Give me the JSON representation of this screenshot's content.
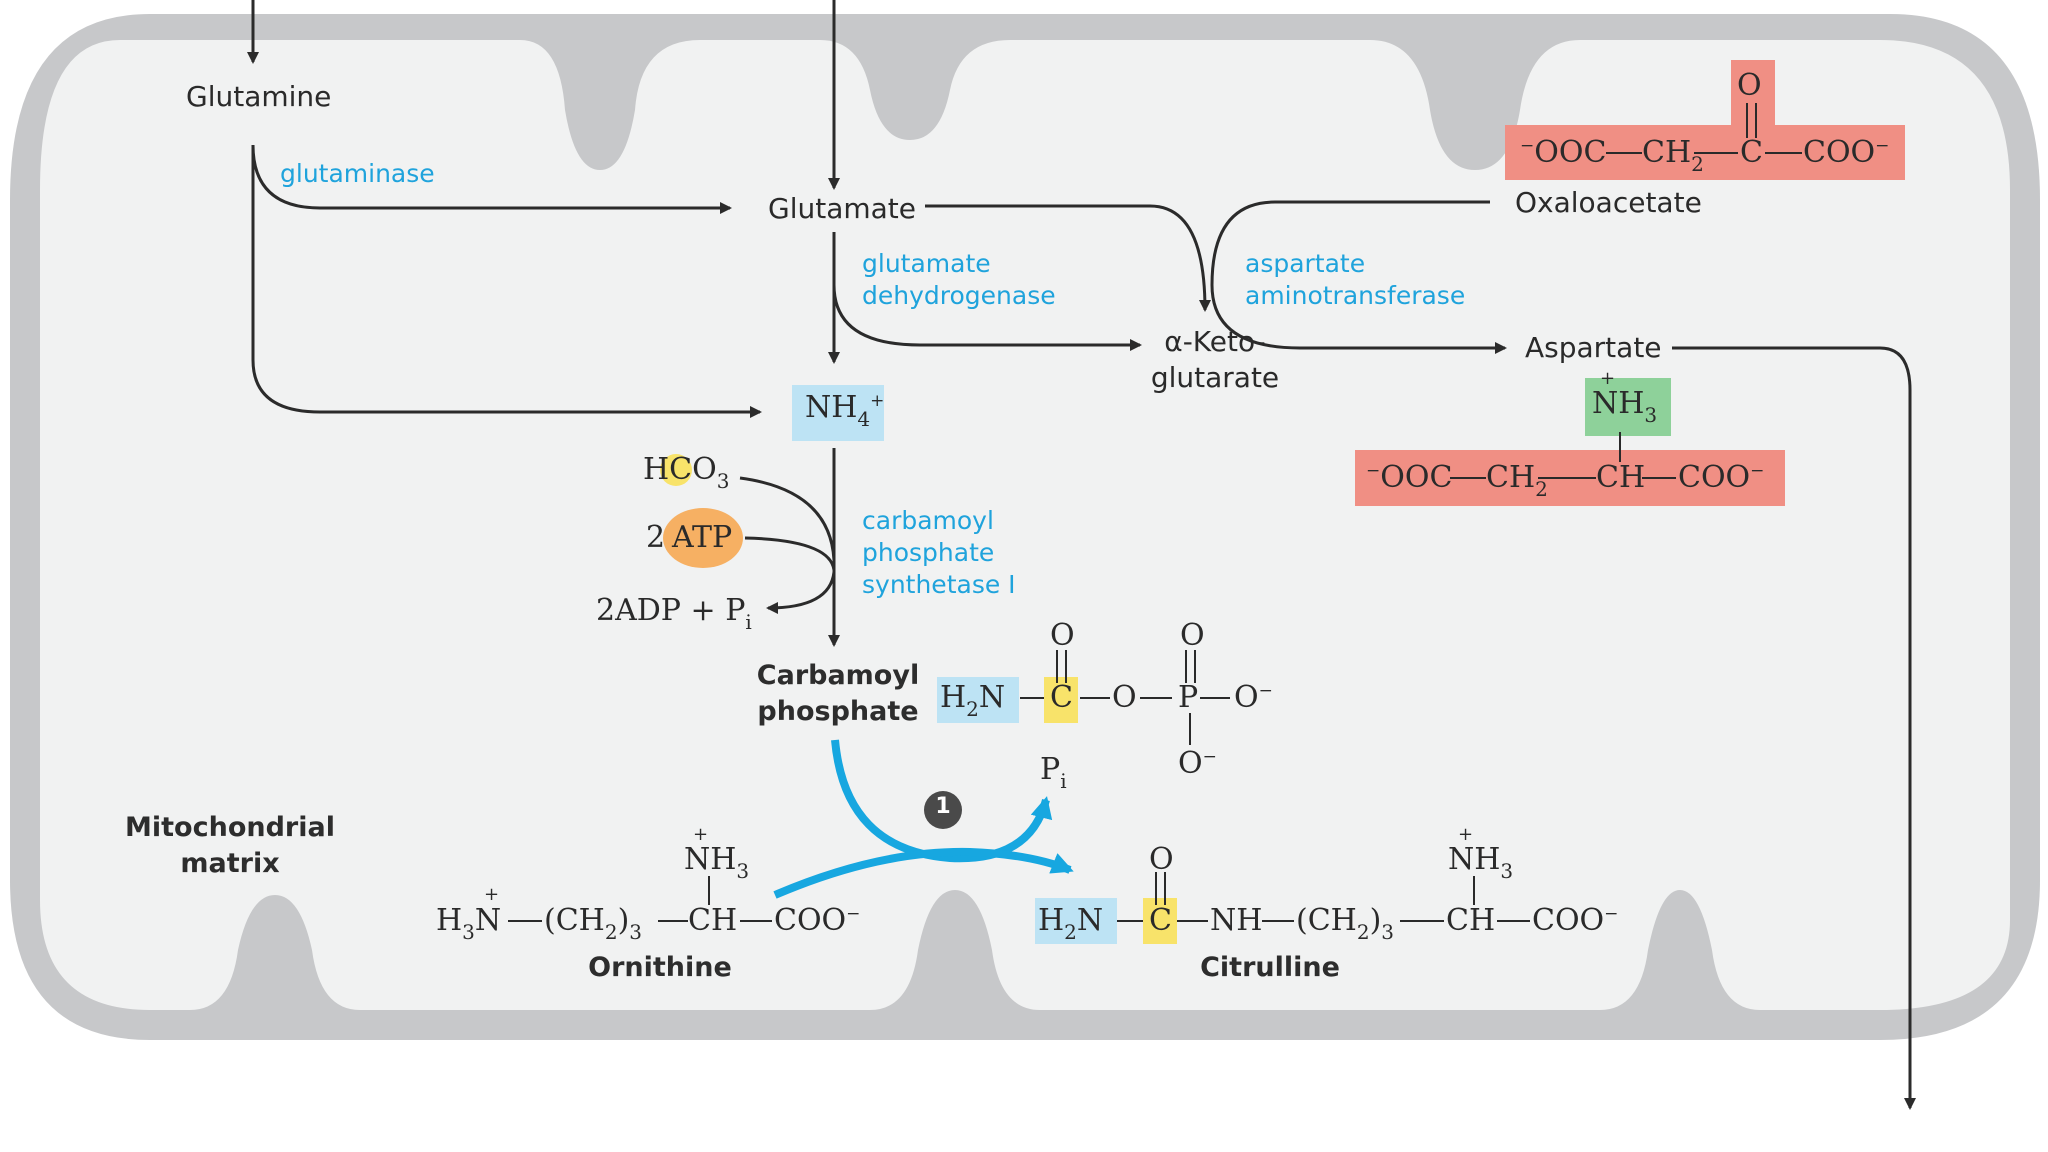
{
  "metabolites": {
    "glutamine": "Glutamine",
    "glutamate": "Glutamate",
    "oxaloacetate": "Oxaloacetate",
    "aspartate": "Aspartate",
    "aketo_line1": "α-Keto-",
    "aketo_line2": "glutarate",
    "ornithine": "Ornithine",
    "citrulline": "Citrulline",
    "carbamoyl_line1": "Carbamoyl",
    "carbamoyl_line2": "phosphate",
    "matrix_line1": "Mitochondrial",
    "matrix_line2": "matrix"
  },
  "enzymes": {
    "glutaminase": "glutaminase",
    "gdh_line1": "glutamate",
    "gdh_line2": "dehydrogenase",
    "ast_line1": "aspartate",
    "ast_line2": "aminotransferase",
    "cps_line1": "carbamoyl",
    "cps_line2": "phosphate",
    "cps_line3": "synthetase I"
  },
  "chemicals": {
    "nh4": "NH",
    "nh4_sub": "4",
    "nh4_sup": "+",
    "hco3_h": "H",
    "hco3_c": "C",
    "hco3_o": "O",
    "hco3_sub": "3",
    "atp_coef": "2",
    "atp": "ATP",
    "adp": "2ADP + P",
    "adp_sub": "i",
    "pi": "P",
    "pi_sub": "i",
    "step_number": "1"
  },
  "structures": {
    "minus": "−",
    "plus": "+",
    "O": "O",
    "C": "C",
    "P": "P",
    "OOC": "OOC",
    "COO": "COO",
    "CH": "CH",
    "CH2": "CH",
    "sub2": "2",
    "sub3": "3",
    "NH3": "NH",
    "H2N": "H",
    "H3N": "H",
    "N": "N",
    "NH": "NH",
    "CH2_3": "(CH",
    "close": ")"
  },
  "colors": {
    "membrane": "#c7c8ca",
    "matrix": "#f1f2f2",
    "cristae": "#c7c8ca",
    "salmon": "#f08f84",
    "green": "#8ed19a",
    "blue_box": "#bde3f4",
    "yellow": "#f8e36a",
    "orange": "#f6b063",
    "enzyme_text": "#1fa3dc",
    "reaction_arrow": "#17a7e0",
    "arrow": "#2b2b2b"
  }
}
